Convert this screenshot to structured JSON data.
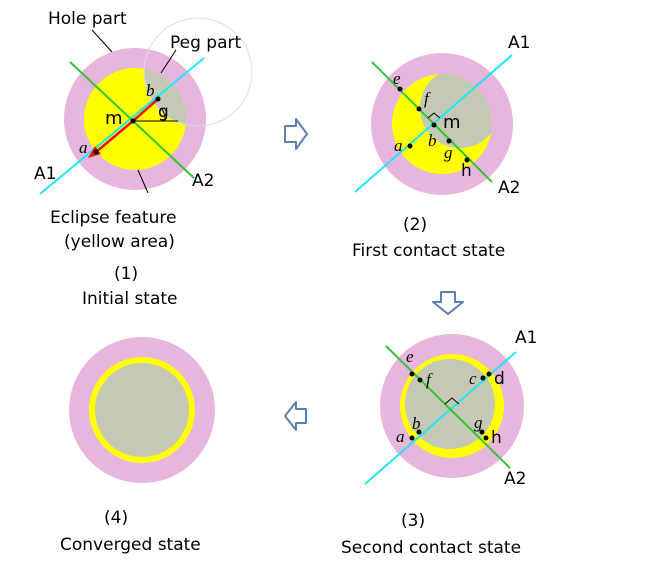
{
  "colors": {
    "hole_ring": "#e8b5dc",
    "eclipse_yellow": "#ffff00",
    "peg_gray": "#c3c9b5",
    "axis_a1": "#22e6f0",
    "axis_a2": "#33c433",
    "arrow_red": "#ee1111",
    "state_arrow": "#5b7fb0",
    "text": "#000000"
  },
  "icons": {
    "transition_arrow": "hollow-block-arrow-icon"
  },
  "panel1": {
    "hole_label": "Hole part",
    "peg_label": "Peg part",
    "eclipse_label_line1": "Eclipse feature",
    "eclipse_label_line2": "(yellow area)",
    "axis1": "A1",
    "axis2": "A2",
    "pt_m": "m",
    "pt_b": "b",
    "pt_g": "g",
    "pt_a": "a",
    "number": "(1)",
    "caption": "Initial state"
  },
  "panel2": {
    "axis1": "A1",
    "axis2": "A2",
    "pt_e": "e",
    "pt_f": "f",
    "pt_m": "m",
    "pt_a": "a",
    "pt_b": "b",
    "pt_g": "g",
    "pt_h": "h",
    "number": "(2)",
    "caption": "First contact state"
  },
  "panel3": {
    "axis1": "A1",
    "axis2": "A2",
    "pt_e": "e",
    "pt_f": "f",
    "pt_c": "c",
    "pt_d": "d",
    "pt_a": "a",
    "pt_b": "b",
    "pt_g": "g",
    "pt_h": "h",
    "number": "(3)",
    "caption": "Second contact state"
  },
  "panel4": {
    "number": "(4)",
    "caption": "Converged state"
  }
}
